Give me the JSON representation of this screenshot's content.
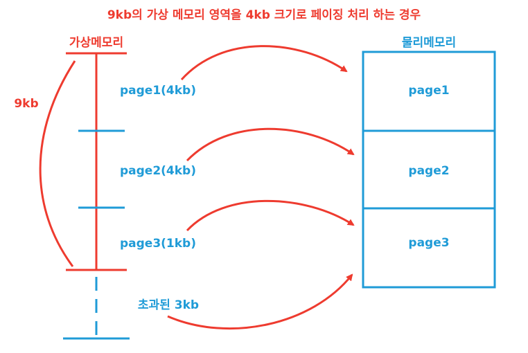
{
  "title": "9kb의 가상 메모리 영역을 4kb 크기로 페이징 처리 하는 경우",
  "virtual_memory": {
    "label": "가상메모리",
    "size_label": "9kb",
    "pages": [
      {
        "label": "page1(4kb)"
      },
      {
        "label": "page2(4kb)"
      },
      {
        "label": "page3(1kb)"
      }
    ],
    "overflow_label": "초과된 3kb"
  },
  "physical_memory": {
    "label": "물리메모리",
    "frames": [
      {
        "label": "page1"
      },
      {
        "label": "page2"
      },
      {
        "label": "page3"
      }
    ]
  },
  "colors": {
    "red": "#ee3b2f",
    "blue": "#1f9bd7"
  }
}
